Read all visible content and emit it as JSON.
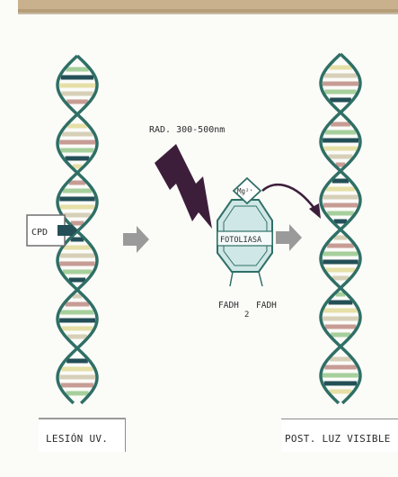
{
  "labels": {
    "radiation": "RAD. 300-500nm",
    "cpd": "CPD",
    "enzyme": "FOTOLIASA",
    "metal_ion": "Mg²⁺",
    "fadh2_main": "FADH",
    "fadh2_sub": "2",
    "fadh": "FADH",
    "left_caption": "LESIÓN UV.",
    "right_caption": "POST. LUZ VISIBLE"
  },
  "colors": {
    "background": "#fbfbf8",
    "top_strip": "#c9b18d",
    "backbone": "#2f6f66",
    "bolt": "#3c1e3a",
    "arrow": "#9a9a9a",
    "enzyme_fill": "#cfe7e6",
    "enzyme_stroke": "#2f6f66",
    "rung_colors": [
      "#c79c95",
      "#a6cf9c",
      "#244f57",
      "#e6e0a8",
      "#d7d0b8"
    ]
  },
  "icons": [
    "lightning-bolt-icon",
    "right-arrow-icon",
    "curved-arrow-icon"
  ]
}
